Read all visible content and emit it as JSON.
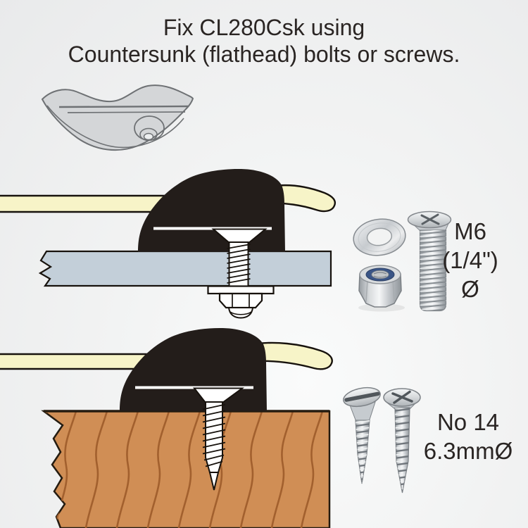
{
  "title": {
    "line1": "Fix CL280Csk using",
    "line2": "Countersunk (flathead) bolts or screws."
  },
  "bolt_option": {
    "size": "M6",
    "alt_size": "(1/4\")",
    "diameter_symbol": "Ø"
  },
  "screw_option": {
    "size": "No 14",
    "diameter": "6.3mmØ"
  },
  "colors": {
    "background": "#f2f3f3",
    "text": "#2a2523",
    "rope": "#f7f4c8",
    "cleat_black": "#231d1a",
    "deck_panel": "#c3cfd9",
    "wood": "#d08e55",
    "wood_grain": "#a2602e",
    "outline_gray": "#6e7174",
    "cleat_outline_fill": "#d4d6d8",
    "metal_light": "#f5f6f7",
    "metal_dark": "#8e9499",
    "nyloc_blue": "#3a5586"
  },
  "illustrations": {
    "cleat_outline": "cleat-base-outline",
    "bolt_mount": "bolt-mount-cross-section",
    "screw_mount": "screw-mount-cross-section",
    "bolt_hardware": "washer-nut-bolt",
    "screw_hardware": "wood-screws"
  }
}
